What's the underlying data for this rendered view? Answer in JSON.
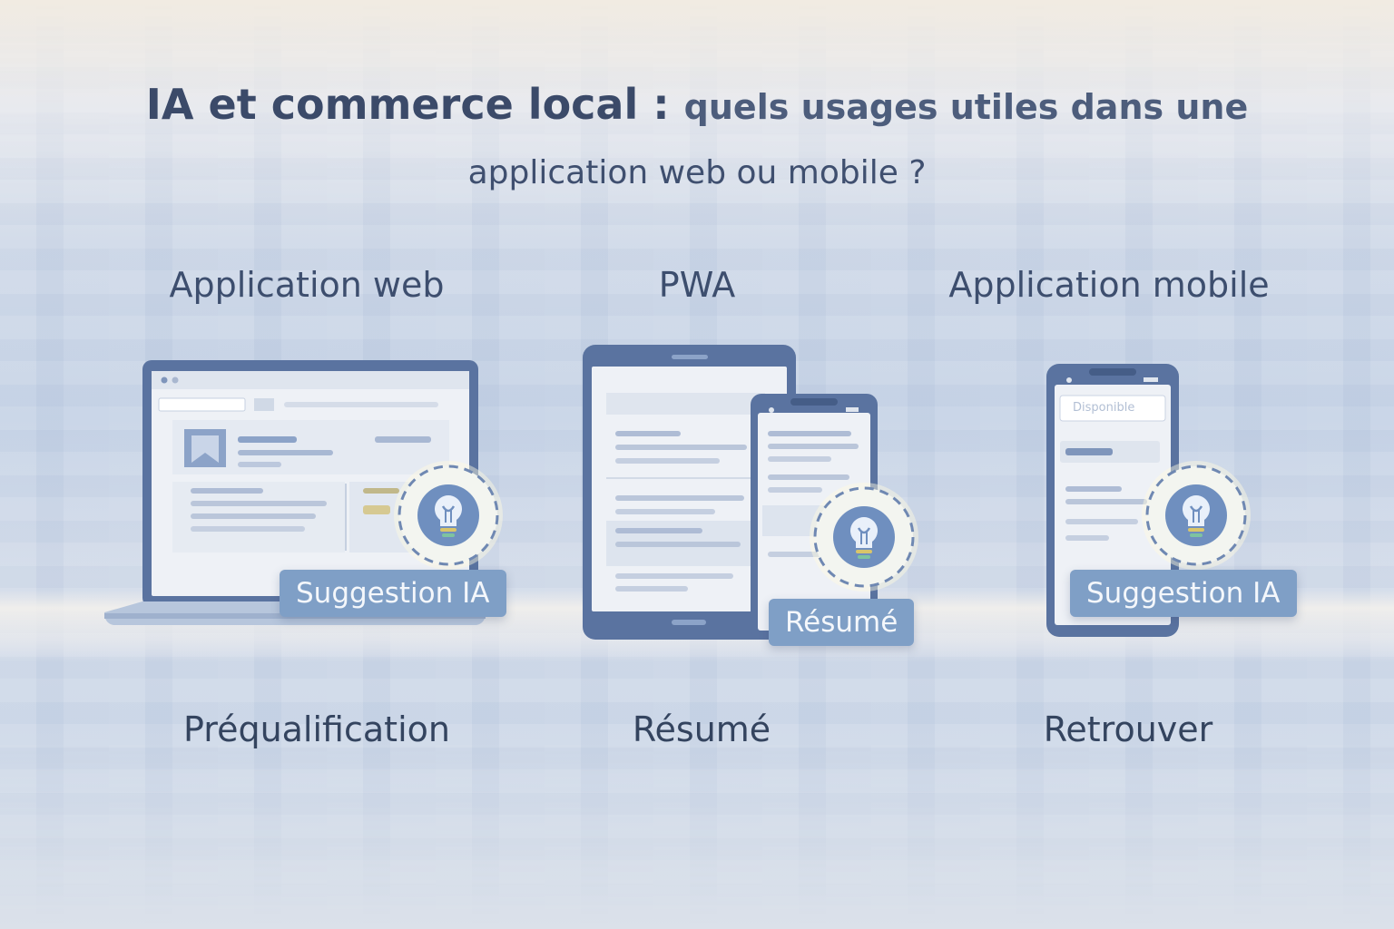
{
  "title": {
    "strong": "IA et commerce local :",
    "light": "quels usages utiles dans une",
    "line2": "application web ou mobile ?"
  },
  "columns": [
    {
      "label": "Application web",
      "chip": "Suggestion IA",
      "bottom": "Préqualification"
    },
    {
      "label": "PWA",
      "chip": "Résumé",
      "bottom": "Résumé"
    },
    {
      "label": "Application mobile",
      "chip": "Suggestion IA",
      "bottom": "Retrouver"
    }
  ],
  "screen_text": {
    "mobile_badge": "Disponible"
  },
  "icons": [
    "lightbulb-icon",
    "laptop-icon",
    "tablet-icon",
    "phone-icon"
  ],
  "colors": {
    "title": "#3b4a69",
    "device": "#5a73a0",
    "chip": "#7f9fc6",
    "screen": "#eef1f6"
  }
}
